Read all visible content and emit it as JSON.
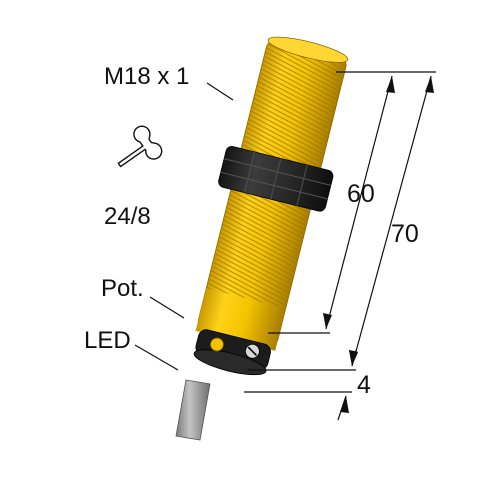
{
  "labels": {
    "thread": "M18 x 1",
    "wrench_size": "24/8",
    "potentiometer": "Pot.",
    "led": "LED"
  },
  "dimensions": {
    "thread_length": "60",
    "total_length": "70",
    "cap_offset": "4"
  },
  "icons": {
    "wrench": "wrench-icon"
  },
  "colors": {
    "housing": "#f2c200",
    "thread_shade": "#b88f00",
    "nut": "#2b2b2b",
    "cable": "#9a9a9a",
    "led": "#f5c000",
    "lines": "#111111"
  }
}
